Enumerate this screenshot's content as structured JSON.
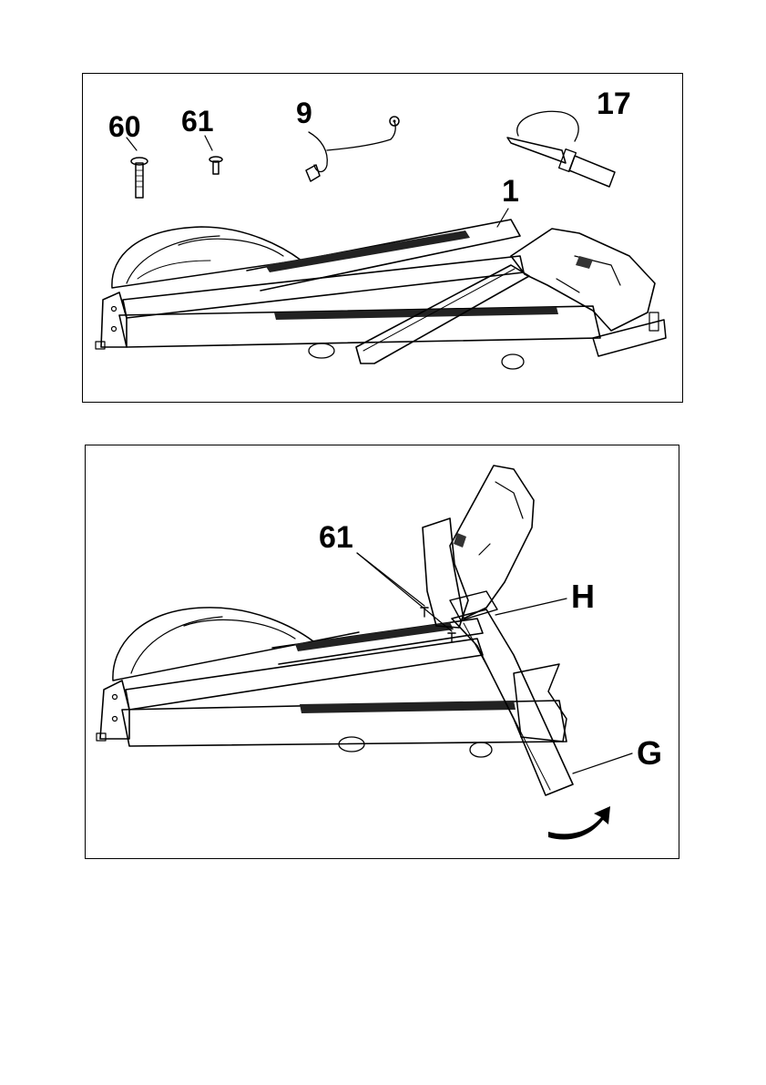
{
  "step_1": {
    "labels": {
      "part_60": "60",
      "part_61": "61",
      "part_9": "9",
      "part_17": "17",
      "part_1": "1"
    }
  },
  "step_2": {
    "labels": {
      "part_61": "61",
      "point_h": "H",
      "point_g": "G"
    },
    "icons": {
      "rotation_arrow": "curved-arrow-icon"
    }
  }
}
